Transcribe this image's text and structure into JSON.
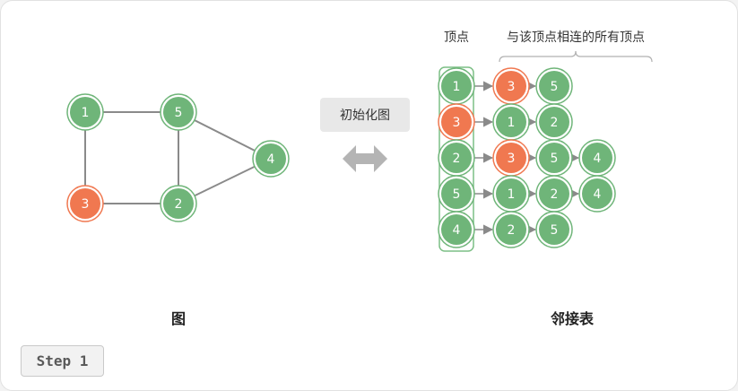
{
  "colors": {
    "node_fill": "#6fb579",
    "node_ring": "#7cbf85",
    "highlight_fill": "#f07850",
    "edge": "#8a8a8a",
    "action_box": "#e8e8e8"
  },
  "graph": {
    "caption": "图",
    "nodes": [
      {
        "id": "1",
        "highlight": false
      },
      {
        "id": "5",
        "highlight": false
      },
      {
        "id": "4",
        "highlight": false
      },
      {
        "id": "3",
        "highlight": true
      },
      {
        "id": "2",
        "highlight": false
      }
    ],
    "edges": [
      [
        "1",
        "5"
      ],
      [
        "1",
        "3"
      ],
      [
        "5",
        "2"
      ],
      [
        "5",
        "4"
      ],
      [
        "3",
        "2"
      ],
      [
        "2",
        "4"
      ]
    ]
  },
  "action": {
    "label": "初始化图",
    "icon": "double-arrow-icon"
  },
  "adjacency": {
    "caption": "邻接表",
    "vertex_header": "顶点",
    "neighbors_header": "与该顶点相连的所有顶点",
    "rows": [
      {
        "vertex": "1",
        "vertex_highlight": false,
        "neighbors": [
          {
            "id": "3",
            "highlight": true
          },
          {
            "id": "5",
            "highlight": false
          }
        ]
      },
      {
        "vertex": "3",
        "vertex_highlight": true,
        "neighbors": [
          {
            "id": "1",
            "highlight": false
          },
          {
            "id": "2",
            "highlight": false
          }
        ]
      },
      {
        "vertex": "2",
        "vertex_highlight": false,
        "neighbors": [
          {
            "id": "3",
            "highlight": true
          },
          {
            "id": "5",
            "highlight": false
          },
          {
            "id": "4",
            "highlight": false
          }
        ]
      },
      {
        "vertex": "5",
        "vertex_highlight": false,
        "neighbors": [
          {
            "id": "1",
            "highlight": false
          },
          {
            "id": "2",
            "highlight": false
          },
          {
            "id": "4",
            "highlight": false
          }
        ]
      },
      {
        "vertex": "4",
        "vertex_highlight": false,
        "neighbors": [
          {
            "id": "2",
            "highlight": false
          },
          {
            "id": "5",
            "highlight": false
          }
        ]
      }
    ]
  },
  "step": {
    "label": "Step 1"
  }
}
